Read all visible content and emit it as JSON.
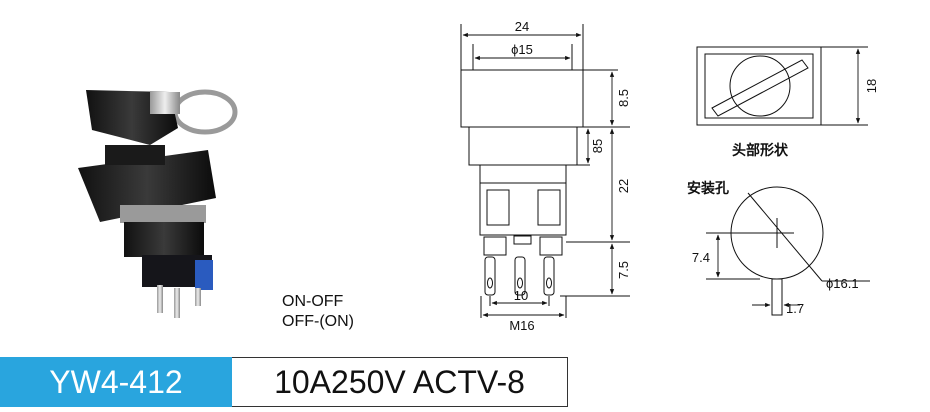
{
  "modes": [
    "ON-OFF",
    "OFF-(ON)"
  ],
  "model": "YW4-412",
  "spec": "10A250V ACTV-8",
  "front_view": {
    "dim_width": "24",
    "dim_inner": "ϕ15",
    "dim_head_height": "8.5",
    "dim_collar": "85",
    "dim_body": "22",
    "dim_terminal": "7.5",
    "dim_pitch": "10",
    "thread": "M16"
  },
  "head_view": {
    "dim_height": "18",
    "caption": "头部形状"
  },
  "mount_hole": {
    "caption": "安装孔",
    "dim_flat": "7.4",
    "dim_diameter": "ϕ16.1",
    "dim_key": "1.7"
  },
  "colors": {
    "accent": "#29a5de"
  }
}
